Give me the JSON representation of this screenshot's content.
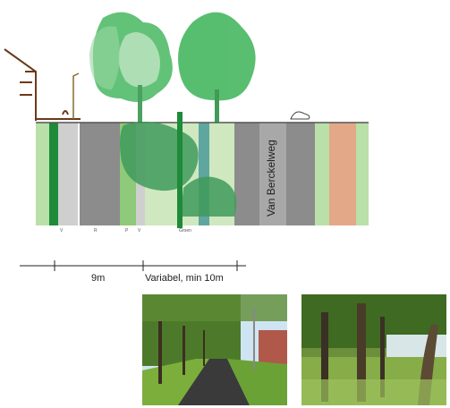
{
  "section": {
    "street_name": "Van Berckelweg",
    "strip_labels": [
      "V",
      "R",
      "P",
      "V",
      "Groen"
    ]
  },
  "dimensions": {
    "span_1": "9m",
    "span_2": "Variabel, min 10m"
  },
  "colors": {
    "light_green": "#b8e0a8",
    "mid_green": "#8fca7a",
    "dark_green": "#1f8a3a",
    "tree_green": "#3cb357",
    "road_gray": "#8c8c8c",
    "light_gray": "#cfcfcf",
    "brick": "#e3a888",
    "teal": "#5fa6a0"
  },
  "photos": [
    {
      "subject": "tree-lined-cycle-path-photo"
    },
    {
      "subject": "woodland-green-strip-photo"
    }
  ]
}
